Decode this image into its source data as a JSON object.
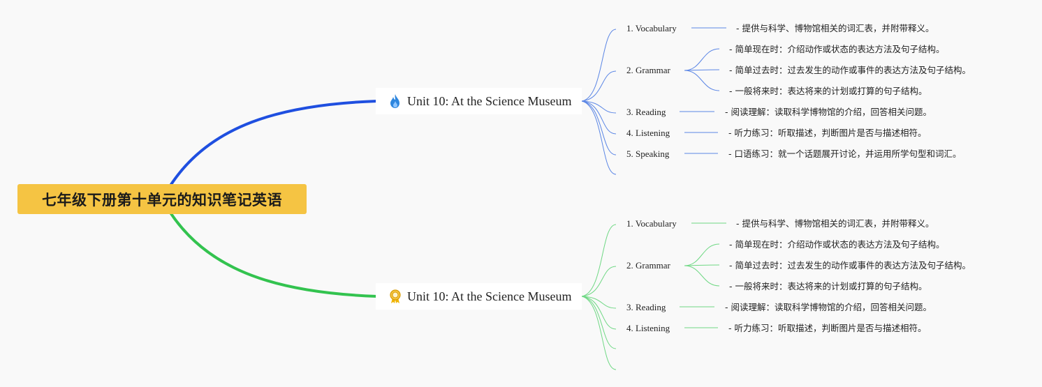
{
  "root": {
    "title": "七年级下册第十单元的知识笔记英语"
  },
  "colors": {
    "branch1": "#1f4fe0",
    "branch2": "#33c34f",
    "root_bg": "#f5c443",
    "sub1": "#5b86e5",
    "sub2": "#6fd884"
  },
  "branches": [
    {
      "title": "Unit 10: At the Science Museum",
      "icon": "flame-icon",
      "items": [
        {
          "label": "1. Vocabulary",
          "details": [
            "- 提供与科学、博物馆相关的词汇表，并附带释义。"
          ]
        },
        {
          "label": "2. Grammar",
          "details": [
            "- 简单现在时：介绍动作或状态的表达方法及句子结构。",
            "- 简单过去时：过去发生的动作或事件的表达方法及句子结构。",
            "- 一般将来时：表达将来的计划或打算的句子结构。"
          ]
        },
        {
          "label": "3. Reading",
          "details": [
            "- 阅读理解：读取科学博物馆的介绍，回答相关问题。"
          ]
        },
        {
          "label": "4. Listening",
          "details": [
            "- 听力练习：听取描述，判断图片是否与描述相符。"
          ]
        },
        {
          "label": "5. Speaking",
          "details": [
            "- 口语练习：就一个话题展开讨论，并运用所学句型和词汇。"
          ]
        }
      ]
    },
    {
      "title": "Unit 10: At the Science Museum",
      "icon": "award-ribbon-icon",
      "items": [
        {
          "label": "1. Vocabulary",
          "details": [
            "- 提供与科学、博物馆相关的词汇表，并附带释义。"
          ]
        },
        {
          "label": "2. Grammar",
          "details": [
            "- 简单现在时：介绍动作或状态的表达方法及句子结构。",
            "- 简单过去时：过去发生的动作或事件的表达方法及句子结构。",
            "- 一般将来时：表达将来的计划或打算的句子结构。"
          ]
        },
        {
          "label": "3. Reading",
          "details": [
            "- 阅读理解：读取科学博物馆的介绍，回答相关问题。"
          ]
        },
        {
          "label": "4. Listening",
          "details": [
            "- 听力练习：听取描述，判断图片是否与描述相符。"
          ]
        }
      ]
    }
  ]
}
